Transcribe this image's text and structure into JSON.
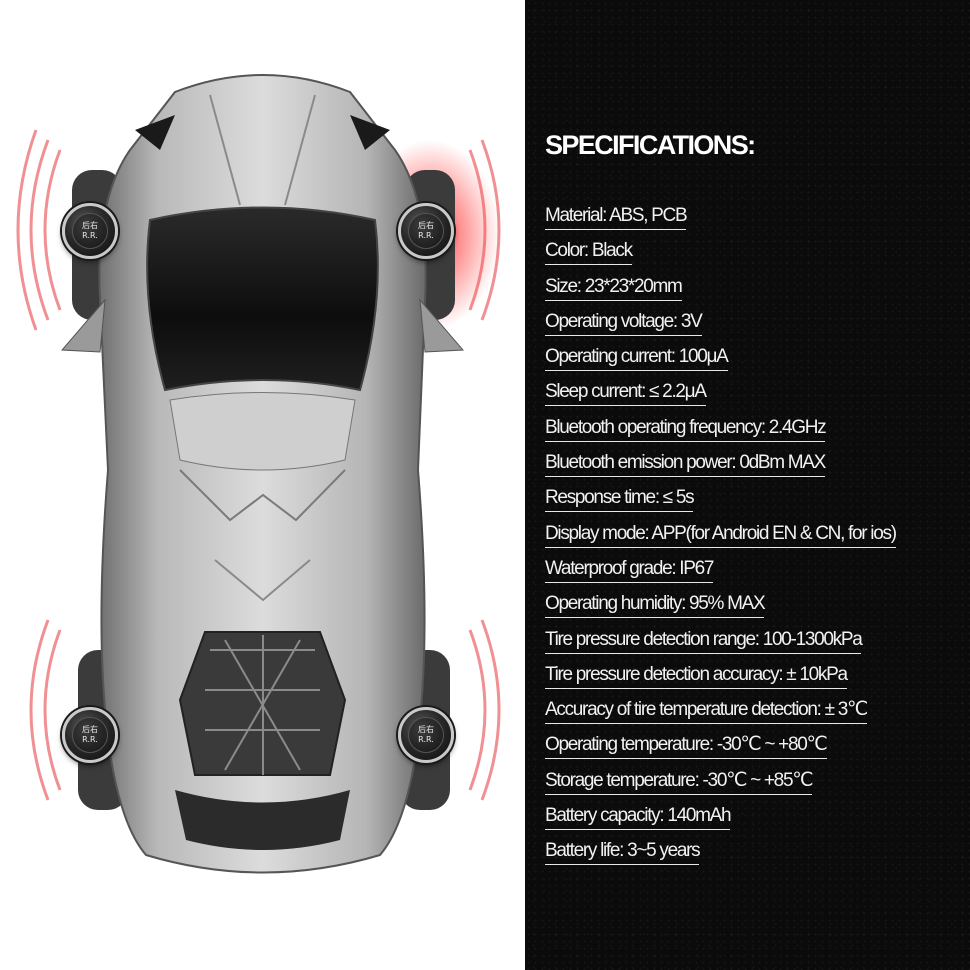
{
  "sensors": [
    {
      "id": "front-left",
      "line1": "后右",
      "line2": "R.R."
    },
    {
      "id": "front-right",
      "line1": "后右",
      "line2": "R.R."
    },
    {
      "id": "rear-left",
      "line1": "后右",
      "line2": "R.R."
    },
    {
      "id": "rear-right",
      "line1": "后右",
      "line2": "R.R."
    }
  ],
  "colors": {
    "panel_background": "#0b0b0b",
    "text": "#f2f2f2",
    "signal_red": "#e3343a"
  },
  "specifications": {
    "title": "SPECIFICATIONS:",
    "items": [
      "Material: ABS, PCB",
      "Color: Black",
      "Size: 23*23*20mm",
      "Operating voltage: 3V",
      "Operating current: 100μA",
      "Sleep current: ≤ 2.2μA",
      "Bluetooth operating frequency: 2.4GHz",
      "Bluetooth emission power: 0dBm MAX",
      "Response time: ≤ 5s",
      "Display mode: APP(for Android EN & CN, for ios)",
      "Waterproof grade: IP67",
      "Operating humidity: 95% MAX",
      "Tire pressure detection range: 100-1300kPa",
      "Tire pressure detection accuracy: ± 10kPa",
      "Accuracy of tire temperature detection: ± 3℃",
      "Operating temperature: -30℃ ~ +80℃",
      "Storage temperature: -30℃ ~ +85℃",
      "Battery capacity: 140mAh",
      "Battery life: 3~5 years"
    ]
  }
}
